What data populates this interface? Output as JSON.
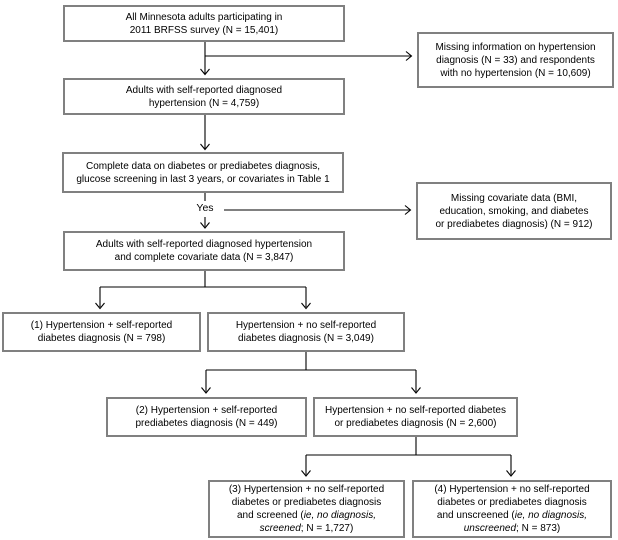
{
  "diagram": {
    "type": "study-flowchart",
    "colors": {
      "box_border": "#808080",
      "connector": "#000000",
      "text": "#000000",
      "background": "#ffffff"
    },
    "labels": {
      "yes": "Yes"
    },
    "boxes": {
      "survey": {
        "text": "All Minnesota adults participating in\n2011 BRFSS survey (N = 15,401)"
      },
      "missing_hypertension": {
        "text": "Missing information on hypertension\ndiagnosis (N = 33) and respondents\nwith no hypertension (N = 10,609)"
      },
      "hypertension": {
        "text": "Adults with self-reported diagnosed\nhypertension (N = 4,759)"
      },
      "complete_data": {
        "text": "Complete data on diabetes or prediabetes diagnosis,\nglucose screening in last 3 years, or covariates in Table 1"
      },
      "missing_covariate": {
        "text": "Missing covariate data (BMI,\neducation, smoking, and diabetes\nor prediabetes diagnosis) (N = 912)"
      },
      "covariate_complete": {
        "text": "Adults with self-reported diagnosed hypertension\nand complete covariate data (N = 3,847)"
      },
      "group1": {
        "text": "(1) Hypertension + self-reported\ndiabetes diagnosis (N = 798)"
      },
      "no_diabetes": {
        "text": "Hypertension + no self-reported\ndiabetes diagnosis (N = 3,049)"
      },
      "group2": {
        "text": "(2) Hypertension + self-reported\nprediabetes diagnosis (N = 449)"
      },
      "no_diabetes_prediabetes": {
        "text": "Hypertension + no self-reported diabetes\nor prediabetes diagnosis (N = 2,600)"
      },
      "group3": {
        "pre": "(3) Hypertension + no self-reported\ndiabetes or prediabetes diagnosis\nand screened (",
        "italic": "ie, no diagnosis,\nscreened",
        "post": "; N = 1,727)"
      },
      "group4": {
        "pre": "(4) Hypertension + no self-reported\ndiabetes or prediabetes diagnosis\nand unscreened (",
        "italic": "ie, no diagnosis,\nunscreened",
        "post": "; N = 873)"
      }
    }
  }
}
